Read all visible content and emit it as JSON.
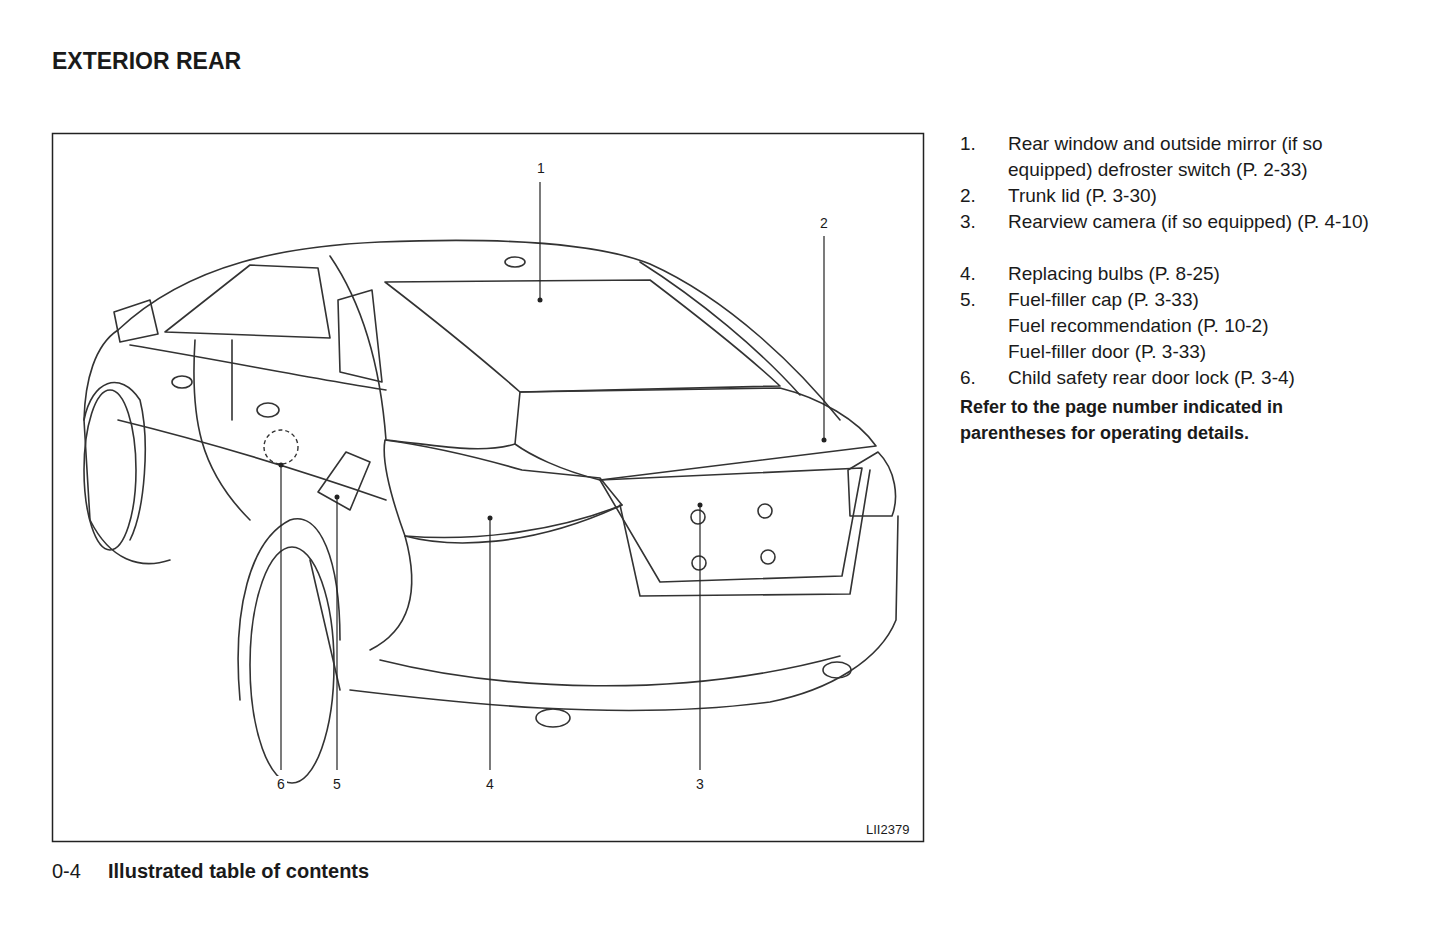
{
  "diagram": {
    "title": "EXTERIOR REAR",
    "labels": [
      "1",
      "2",
      "6",
      "5",
      "4",
      "3",
      "LII2379",
      "1.",
      "Rear window and outside mirror (if so equipped) defroster switch (P. 2-33)",
      "2.",
      "Trunk lid (P. 3-30)",
      "3.",
      "Rearview camera (if so equipped) (P. 4-10)",
      "4.",
      "Replacing bulbs (P. 8-25)",
      "5.",
      "Fuel-filler cap (P. 3-33)",
      "Fuel recommendation (P. 10-2)",
      "Fuel-filler door (P. 3-33)",
      "6.",
      "Child safety rear door lock (P. 3-4)",
      "Refer to the page number indicated in parentheses for operating details.",
      "0-4",
      "Illustrated table of contents"
    ]
  }
}
